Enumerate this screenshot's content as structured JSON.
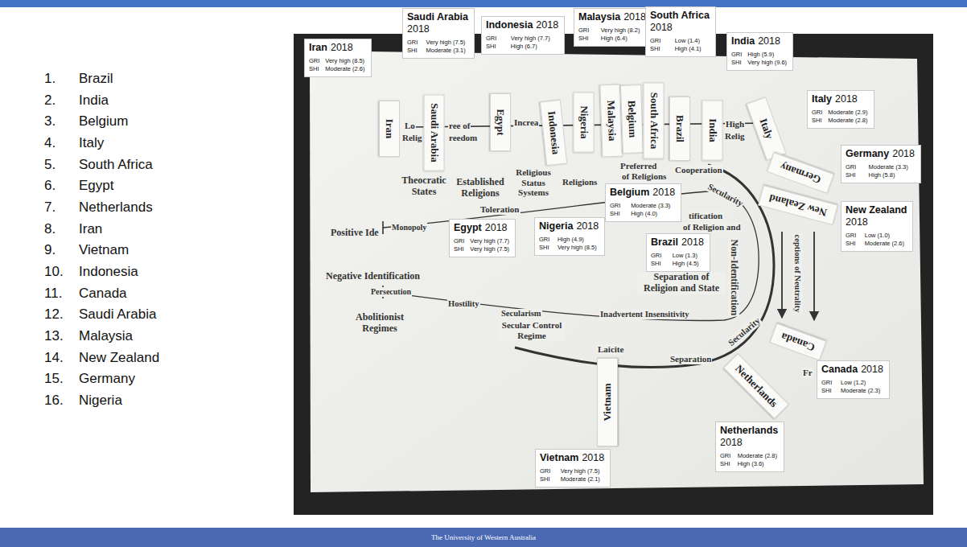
{
  "diagram": {
    "nodes": [
      {
        "text": [
          "Iran",
          "2018",
          "GRI",
          "Very high (8.5)",
          "SHI",
          "Moderate (2.6)"
        ]
      },
      {
        "text": [
          "Saudi Arabia",
          "2018",
          "GRI",
          "Very high (7.5)",
          "SHI",
          "Moderate (3.1)"
        ]
      },
      {
        "text": [
          "Indonesia",
          "2018",
          "GRI",
          "Very high (7.7)",
          "SHI",
          "High (6.7)"
        ]
      },
      {
        "text": [
          "Malaysia",
          "2018",
          "GRI",
          "Very high (8.2)",
          "SHI",
          "High (6.4)"
        ]
      },
      {
        "text": [
          "South Africa",
          "2018",
          "GRI",
          "Low (1.4)",
          "SHI",
          "High (4.1)"
        ]
      },
      {
        "text": [
          "India",
          "2018",
          "GRI",
          "High (5.9)",
          "SHI",
          "Very high (9.6)"
        ]
      },
      {
        "text": [
          "Italy",
          "2018",
          "GRI",
          "Moderate (2.9)",
          "SHI",
          "Moderate (2.8)"
        ]
      },
      {
        "text": [
          "Germany",
          "2018",
          "GRI",
          "Moderate (3.3)",
          "SHI",
          "High (5.8)"
        ]
      },
      {
        "text": [
          "Belgium",
          "2018",
          "GRI",
          "Moderate (3.3)",
          "SHI",
          "High (4.0)"
        ]
      },
      {
        "text": [
          "Nigeria",
          "2018",
          "GRI",
          "High (4.9)",
          "SHI",
          "Very high (8.5)"
        ]
      },
      {
        "text": [
          "Egypt",
          "2018",
          "GRI",
          "Very high (7.7)",
          "SHI",
          "Very high (7.5)"
        ]
      },
      {
        "text": [
          "Brazil",
          "2018",
          "GRI",
          "Low (1.3)",
          "SHI",
          "High (4.5)"
        ]
      },
      {
        "text": [
          "New Zealand",
          "2018",
          "GRI",
          "Low (1.0)",
          "SHI",
          "Moderate (2.6)"
        ]
      },
      {
        "text": [
          "Canada",
          "2018",
          "GRI",
          "Low (1.2)",
          "SHI",
          "Moderate (2.3)"
        ]
      },
      {
        "text": [
          "Netherlands",
          "2018",
          "GRI",
          "Moderate (2.8)",
          "SHI",
          "High (3.6)"
        ]
      },
      {
        "text": [
          "Vietnam",
          "2018",
          "GRI",
          "Very high (7.5)",
          "SHI",
          "Moderate (2.1)"
        ]
      },
      {
        "text": [
          "Iran"
        ]
      },
      {
        "text": [
          "Saudi Arabia"
        ]
      },
      {
        "text": [
          "Egypt"
        ]
      },
      {
        "text": [
          "Indonesia"
        ]
      },
      {
        "text": [
          "Nigeria"
        ]
      },
      {
        "text": [
          "Malaysia"
        ]
      },
      {
        "text": [
          "Belgium"
        ]
      },
      {
        "text": [
          "South Africa"
        ]
      },
      {
        "text": [
          "Brazil"
        ]
      },
      {
        "text": [
          "India"
        ]
      },
      {
        "text": [
          "Italy"
        ]
      },
      {
        "text": [
          "Germany"
        ]
      },
      {
        "text": [
          "New Zealand"
        ]
      },
      {
        "text": [
          "Canada"
        ]
      },
      {
        "text": [
          "Netherlands"
        ]
      },
      {
        "text": [
          "Vietnam"
        ]
      }
    ],
    "labels": [
      "1.",
      "Brazil",
      "2.",
      "India",
      "3.",
      "Belgium",
      "4.",
      "Italy",
      "5.",
      "South Africa",
      "6.",
      "Egypt",
      "7.",
      "Netherlands",
      "8.",
      "Iran",
      "9.",
      "Vietnam",
      "10.",
      "Indonesia",
      "11.",
      "Canada",
      "12.",
      "Saudi Arabia",
      "13.",
      "Malaysia",
      "14.",
      "New Zealand",
      "15.",
      "Germany",
      "16.",
      "Nigeria",
      "Lo",
      "ree of",
      "Relig",
      "reedom",
      "Increa",
      "High",
      "Relig",
      "Theocratic States",
      "Established Religions",
      "Religious Status Systems",
      "Religions",
      "Preferred",
      "of Religions",
      "Cooperation",
      "Secularity",
      "Positive Ide",
      "Monopoly",
      "Toleration",
      "tification",
      "of Religion and",
      "Non-Identification",
      "Negative Identification",
      "Persecution",
      "Abolitionist Regimes",
      "Hostility",
      "Secularism",
      "Secular Control Regime",
      "Laicite",
      "Inadvertent Insensitivity",
      "Separation of Religion and State",
      "Separation",
      "Secularity",
      "ceptions of Neutrality",
      "Fr",
      "The University of Western Australia"
    ]
  }
}
